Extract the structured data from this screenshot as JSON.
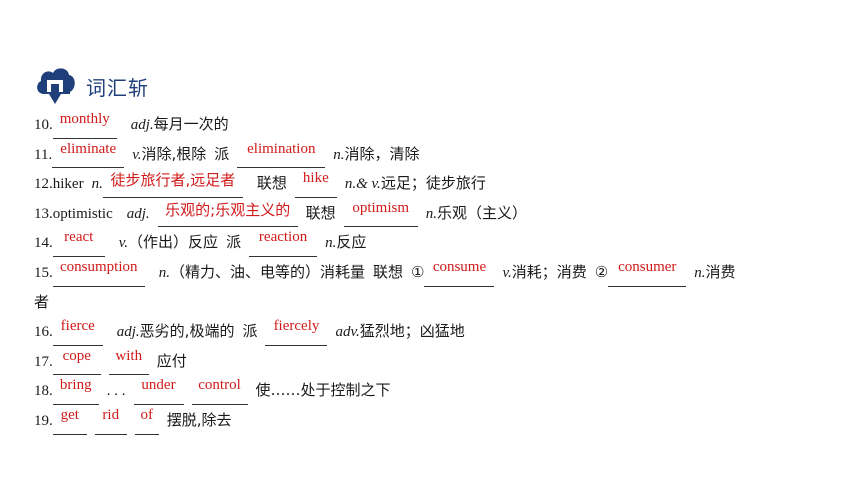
{
  "section_title": "词汇斩",
  "colors": {
    "accent": "#1f3f7a",
    "answer": "#d11a1a"
  },
  "icons": {
    "logo": "cloud-down-arrow-icon"
  },
  "items": {
    "i10": {
      "num": "10.",
      "ans1": "monthly",
      "pos": "adj.",
      "def": "每月一次的"
    },
    "i11": {
      "num": "11.",
      "ans1": "eliminate",
      "pos": "v.",
      "def": "消除,根除",
      "pai": "派",
      "ans2": "elimination",
      "pos2": "n.",
      "def2": "消除，清除"
    },
    "i12": {
      "lead": "12.hiker",
      "pos": "n.",
      "ans1": "徒步旅行者,远足者",
      "assoc": "联想",
      "ans2": "hike",
      "pos2": "n.& ",
      "pos3": "v.",
      "def2": "远足；徒步旅行"
    },
    "i13": {
      "lead": "13.optimistic",
      "pos": "adj.",
      "ans1": "乐观的;乐观主义的",
      "assoc": "联想",
      "ans2": "optimism",
      "pos2": "n.",
      "def2": "乐观（主义）"
    },
    "i14": {
      "num": "14.",
      "ans1": "react",
      "pos": "v.",
      "def": "（作出）反应",
      "pai": "派",
      "ans2": "reaction",
      "pos2": "n.",
      "def2": "反应"
    },
    "i15": {
      "num": "15.",
      "ans1": "consumption",
      "pos": "n.",
      "def": "（精力、油、电等的）消耗量",
      "assoc": "联想",
      "c1": "①",
      "ans2": "consume",
      "pos2": "v.",
      "def2": "消耗；消费",
      "c2": "②",
      "ans3": "consumer",
      "pos3": "n.",
      "def3": "消费",
      "def3b": "者"
    },
    "i16": {
      "num": "16.",
      "ans1": "fierce",
      "pos": "adj.",
      "def": "恶劣的,极端的",
      "pai": "派",
      "ans2": "fiercely",
      "pos2": "adv.",
      "def2": "猛烈地；凶猛地"
    },
    "i17": {
      "num": "17.",
      "ans1": "cope",
      "ans2": "with",
      "def": "应付"
    },
    "i18": {
      "num": "18.",
      "ans1": "bring",
      "dots": ". . .",
      "ans2": "under",
      "ans3": "control",
      "def": "使……处于控制之下"
    },
    "i19": {
      "num": "19.",
      "ans1": "get",
      "ans2": "rid",
      "ans3": "of",
      "def": "摆脱,除去"
    }
  }
}
